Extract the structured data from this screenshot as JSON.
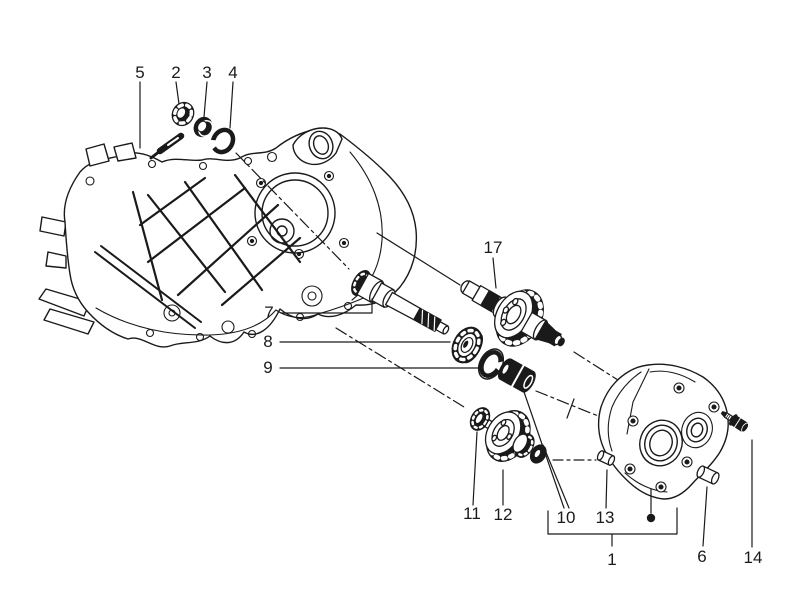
{
  "figure": {
    "kind": "exploded-parts-diagram",
    "subject": "engine crankcase with final drive gear shafts and transmission cover",
    "background_color": "#ffffff",
    "line_color": "#1a1a1a"
  },
  "callouts": [
    {
      "part": "5"
    },
    {
      "part": "2"
    },
    {
      "part": "3"
    },
    {
      "part": "4"
    },
    {
      "part": "17"
    },
    {
      "part": "7"
    },
    {
      "part": "8"
    },
    {
      "part": "9"
    },
    {
      "part": "11"
    },
    {
      "part": "12"
    },
    {
      "part": "10"
    },
    {
      "part": "13"
    },
    {
      "part": "1"
    },
    {
      "part": "6"
    },
    {
      "part": "14"
    }
  ]
}
